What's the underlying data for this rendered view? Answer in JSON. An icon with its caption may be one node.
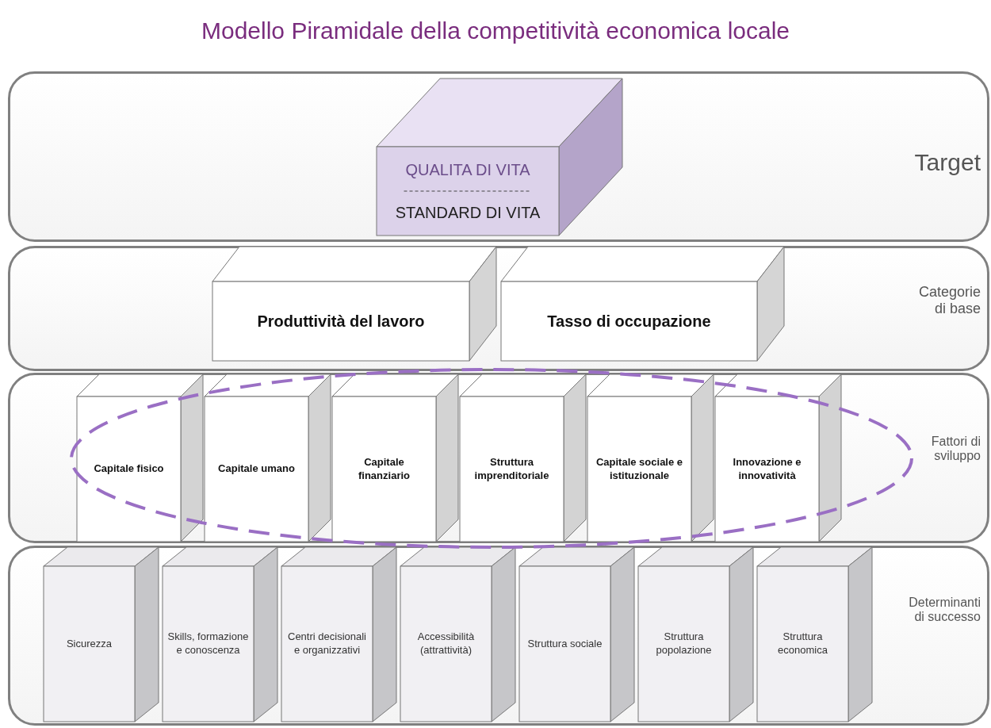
{
  "diagram": {
    "title": "Modello Piramidale della competitività economica locale",
    "nodes": [
      {
        "text": [
          "Target"
        ]
      },
      {
        "text": [
          "Categorie di base"
        ]
      },
      {
        "text": [
          "Fattori di sviluppo"
        ]
      },
      {
        "text": [
          "Determinanti di successo"
        ]
      },
      {
        "text": [
          "QUALITA DI VITA",
          "STANDARD DI VITA"
        ],
        "in": 0
      },
      {
        "text": [
          "Produttività del lavoro"
        ],
        "in": 1
      },
      {
        "text": [
          "Tasso di occupazione"
        ],
        "in": 1
      },
      {
        "text": [
          "Capitale fisico"
        ],
        "in": 2
      },
      {
        "text": [
          "Capitale umano"
        ],
        "in": 2
      },
      {
        "text": [
          "Capitale finanziario"
        ],
        "in": 2
      },
      {
        "text": [
          "Struttura imprenditoriale"
        ],
        "in": 2
      },
      {
        "text": [
          "Capitale sociale e istituzionale"
        ],
        "in": 2
      },
      {
        "text": [
          "Innovazione e innovatività"
        ],
        "in": 2
      },
      {
        "text": [
          "Sicurezza"
        ],
        "in": 3
      },
      {
        "text": [
          "Skills, formazione e conoscenza"
        ],
        "in": 3
      },
      {
        "text": [
          "Centri decisionali e organizzativi"
        ],
        "in": 3
      },
      {
        "text": [
          "Accessibilità (attrattività)"
        ],
        "in": 3
      },
      {
        "text": [
          "Struttura sociale"
        ],
        "in": 3
      },
      {
        "text": [
          "Struttura popolazione"
        ],
        "in": 3
      },
      {
        "text": [
          "Struttura economica"
        ],
        "in": 3
      }
    ]
  }
}
